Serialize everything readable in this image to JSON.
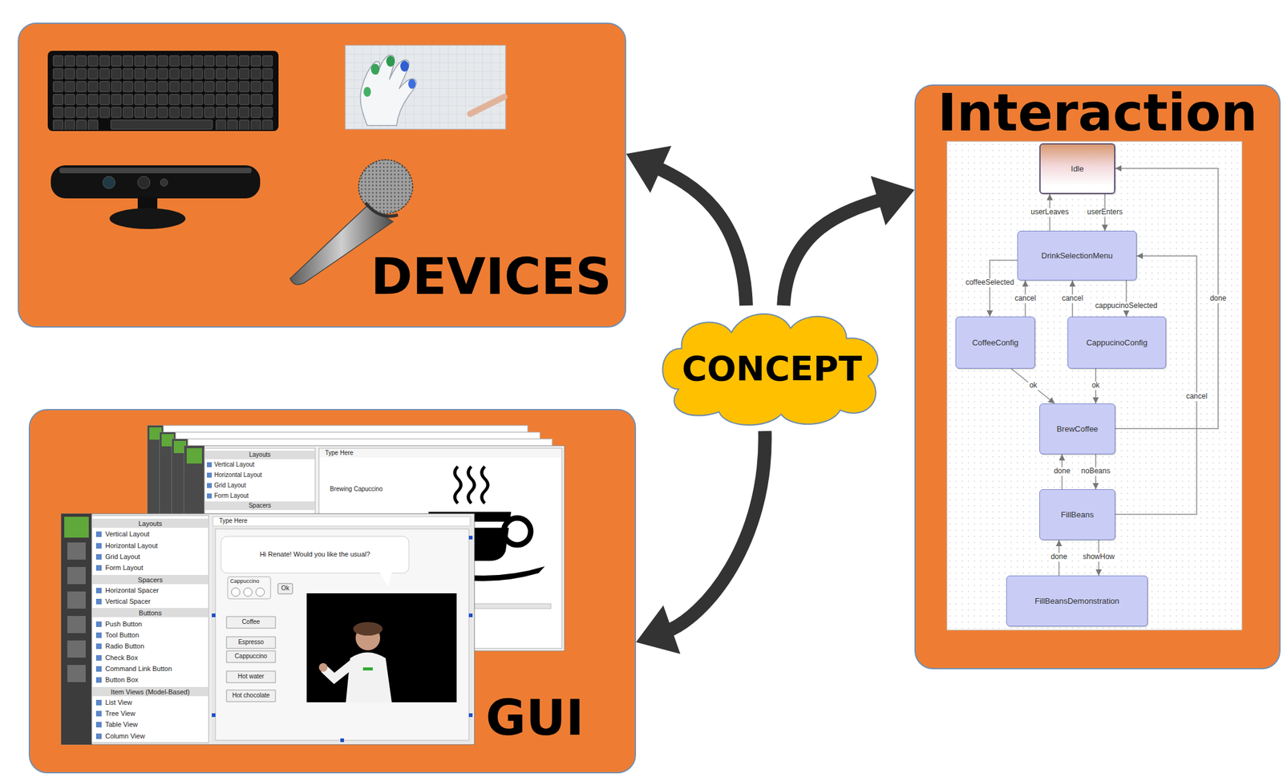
{
  "diagram": {
    "nodes": [
      {
        "text": [
          "DEVICES"
        ]
      },
      {
        "text": [
          "Interaction"
        ]
      },
      {
        "text": [
          "Idle"
        ],
        "in": 1
      },
      {
        "text": [
          "DrinkSelectionMenu"
        ],
        "in": 1
      },
      {
        "text": [
          "CoffeeConfig"
        ],
        "in": 1
      },
      {
        "text": [
          "CappucinoConfig"
        ],
        "in": 1
      },
      {
        "text": [
          "BrewCoffee"
        ],
        "in": 1
      },
      {
        "text": [
          "FillBeans"
        ],
        "in": 1
      },
      {
        "text": [
          "FillBeansDemonstration"
        ],
        "in": 1
      },
      {
        "text": [
          "CONCEPT"
        ]
      },
      {
        "text": [
          "GUI"
        ]
      }
    ],
    "edges": [
      {
        "from": 9,
        "to": 0,
        "arrow": "to"
      },
      {
        "from": 9,
        "to": 1,
        "arrow": "to"
      },
      {
        "from": 9,
        "to": 10,
        "arrow": "to"
      },
      {
        "from": 2,
        "to": 3,
        "label": "userEnters",
        "arrow": "to"
      },
      {
        "from": 3,
        "to": 2,
        "label": "userLeaves",
        "arrow": "to"
      },
      {
        "from": 3,
        "to": 4,
        "label": "coffeeSelected",
        "arrow": "to"
      },
      {
        "from": 4,
        "to": 3,
        "label": "cancel",
        "arrow": "to"
      },
      {
        "from": 5,
        "to": 3,
        "label": "cancel",
        "arrow": "to"
      },
      {
        "from": 3,
        "to": 5,
        "label": "cappucinoSelected",
        "arrow": "to"
      },
      {
        "from": 4,
        "to": 6,
        "label": "ok",
        "arrow": "to"
      },
      {
        "from": 5,
        "to": 6,
        "label": "ok",
        "arrow": "to"
      },
      {
        "from": 6,
        "to": 2,
        "label": "done",
        "arrow": "to"
      },
      {
        "from": 6,
        "to": 7,
        "label": "noBeans",
        "arrow": "to"
      },
      {
        "from": 7,
        "to": 6,
        "label": "done",
        "arrow": "to"
      },
      {
        "from": 7,
        "to": 3,
        "label": "cancel",
        "arrow": "to"
      },
      {
        "from": 7,
        "to": 8,
        "label": "showHow",
        "arrow": "to"
      },
      {
        "from": 8,
        "to": 7,
        "label": "done",
        "arrow": "to"
      }
    ],
    "labels": [
      "Layouts",
      "Vertical Layout",
      "Horizontal Layout",
      "Grid Layout",
      "Form Layout",
      "Spacers",
      "Horizontal Spacer",
      "Vertical Spacer",
      "Buttons",
      "Push Button",
      "Tool Button",
      "Radio Button",
      "Check Box",
      "Command Link Button",
      "Button Box",
      "Item Views (Model-Based)",
      "List View",
      "Tree View",
      "Table View",
      "Column View",
      "Type Here",
      "Hi Renate! Would you like the usual?",
      "Cappuccino",
      "Ok",
      "Coffee",
      "Espresso",
      "Cappuccino",
      "Hot water",
      "Hot chocolate",
      "Layouts",
      "Vertical Layout",
      "Horizontal Layout",
      "Grid Layout",
      "Form Layout",
      "Spacers",
      "Type Here",
      "Brewing Capuccino"
    ]
  }
}
